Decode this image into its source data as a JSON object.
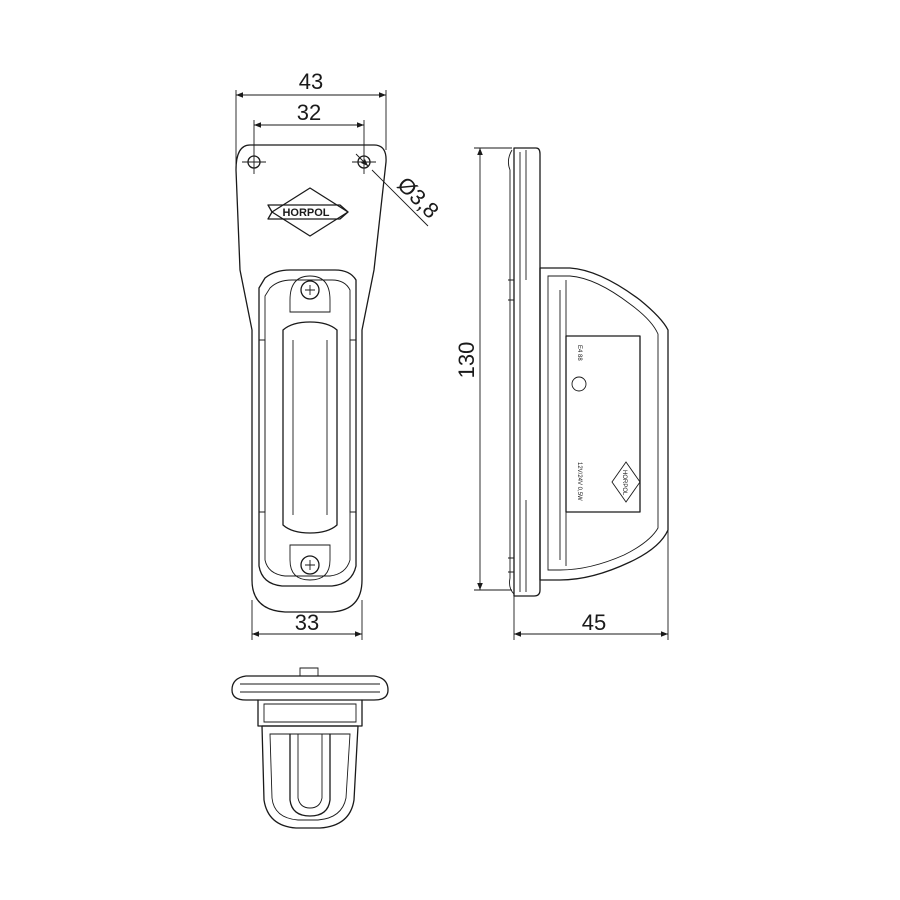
{
  "dimensions": {
    "overall_width": "43",
    "hole_spacing": "32",
    "hole_diameter": "Ø3,8",
    "body_width": "33",
    "height": "130",
    "depth": "45"
  },
  "logo": {
    "brand": "HORPOL"
  },
  "side_label": {
    "marking_1": "E4 88",
    "marking_2": "12V/24V 0,5W",
    "brand_small": "HORPOL"
  }
}
